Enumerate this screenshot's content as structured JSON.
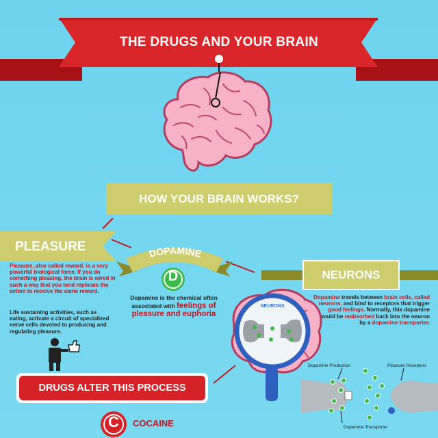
{
  "title": "THE DRUGS AND YOUR BRAIN",
  "how": "HOW YOUR BRAIN WORKS?",
  "pleasure": {
    "label": "PLEASURE",
    "p1": [
      {
        "t": "Pleasure",
        "c": "red"
      },
      {
        "t": ", also called reward, is a very powerful biological force. If you do something pleasing, the brain is wired in such a way that you tend replicate the action to receive the same reward.",
        "c": "red"
      }
    ],
    "p2": "Life sustaining activities, such as eating, activate a circuit of specialized nerve cells devoted to producing and regulating pleasure."
  },
  "dopamine": {
    "label": "DOPAMINE",
    "letter": "D",
    "text_plain": "Dopamine is the chemical often associated with ",
    "text_red": "feelings of pleasure and euphoria"
  },
  "neurons": {
    "label": "NEURONS",
    "lens_label": "NEURONS",
    "text": [
      {
        "t": "Dopamine",
        "c": "red"
      },
      {
        "t": " travels between ",
        "c": "dark"
      },
      {
        "t": "brain cells, called neurons,",
        "c": "red"
      },
      {
        "t": " and bind to receptors that trigger ",
        "c": "dark"
      },
      {
        "t": "good feelings",
        "c": "red"
      },
      {
        "t": ". Normally, this dopamine would be ",
        "c": "dark"
      },
      {
        "t": "reabsorbed",
        "c": "red"
      },
      {
        "t": " back into the neuron by a ",
        "c": "dark"
      },
      {
        "t": "dopamine transporter",
        "c": "red"
      },
      {
        "t": ".",
        "c": "dark"
      }
    ],
    "diagram": {
      "production": "Dopamine Production",
      "receptors": "Pleasure Receptors",
      "transporter": "Dopamine Transporter"
    }
  },
  "drugs": "DRUGS ALTER THIS PROCESS",
  "cocaine": {
    "letter": "C",
    "label": "COCAINE"
  },
  "colors": {
    "red": "#d42226",
    "olive": "#c8c96a",
    "oliveDark": "#8a8a2a",
    "pink": "#f5a9c0",
    "green": "#3dbb4a"
  }
}
